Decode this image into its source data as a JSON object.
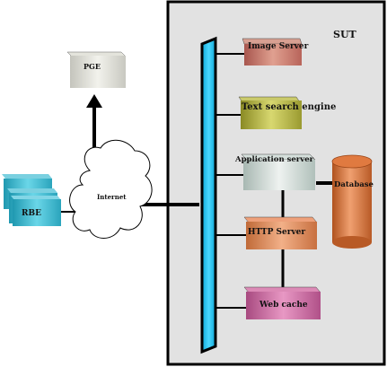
{
  "diagram": {
    "sut_label": "SUT",
    "internet_label": "Internet",
    "nodes": {
      "pge": "PGE",
      "rbe": "RBE",
      "image_server": "Image Server",
      "text_search": "Text search engine",
      "app_server": "Application server",
      "database": "Database",
      "http_server": "HTTP Server",
      "web_cache": "Web cache"
    },
    "colors": {
      "bus": "#1ec3f0",
      "sut_bg": "#e2e2e2",
      "image_server": "#c8786e",
      "text_search": "#a8a83a",
      "app_server": "#c3d0cc",
      "database": "#d9763e",
      "http_server": "#d98a55",
      "web_cache": "#c76ba0",
      "rbe": "#3cb9cf",
      "pge": "#dcdcd4"
    }
  }
}
